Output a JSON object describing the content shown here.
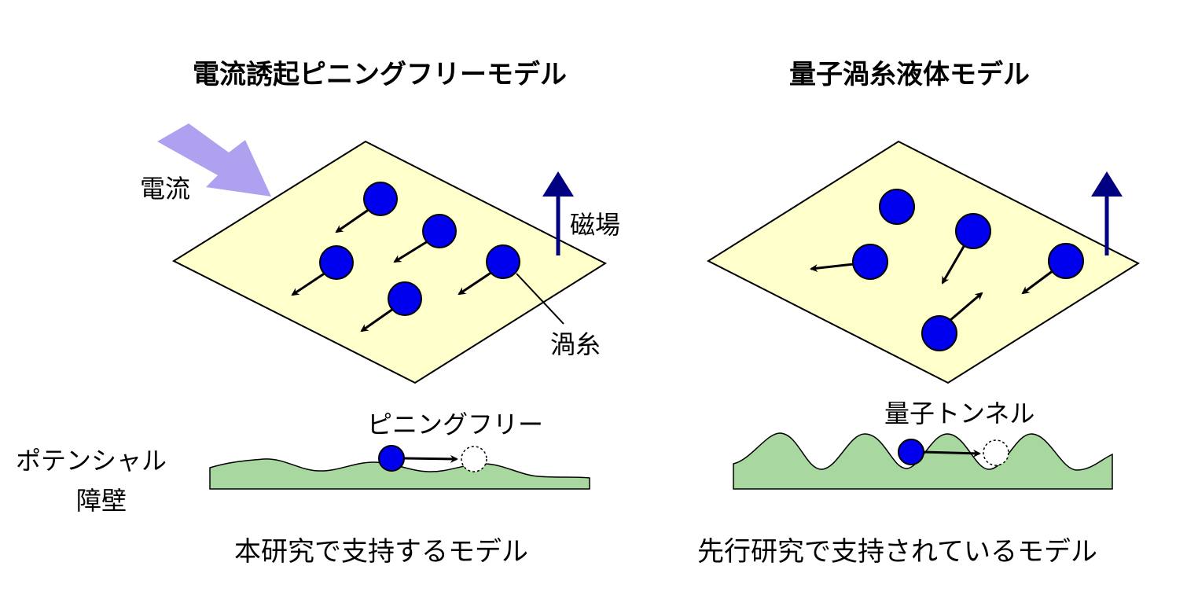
{
  "left_panel": {
    "title": "電流誘起ピニングフリーモデル",
    "current_label": "電流",
    "field_label": "磁場",
    "vortex_label": "渦糸",
    "barrier_label_line1": "ポテンシャル",
    "barrier_label_line2": "障壁",
    "motion_label": "ピニングフリー",
    "caption": "本研究で支持するモデル"
  },
  "right_panel": {
    "title": "量子渦糸液体モデル",
    "motion_label": "量子トンネル",
    "caption": "先行研究で支持されているモデル"
  },
  "colors": {
    "plane_fill": "#ffffcc",
    "vortex_fill": "#0000ee",
    "field_arrow": "#000080",
    "current_arrow": "#b0a0f0",
    "barrier_fill": "#a8d8a0"
  }
}
